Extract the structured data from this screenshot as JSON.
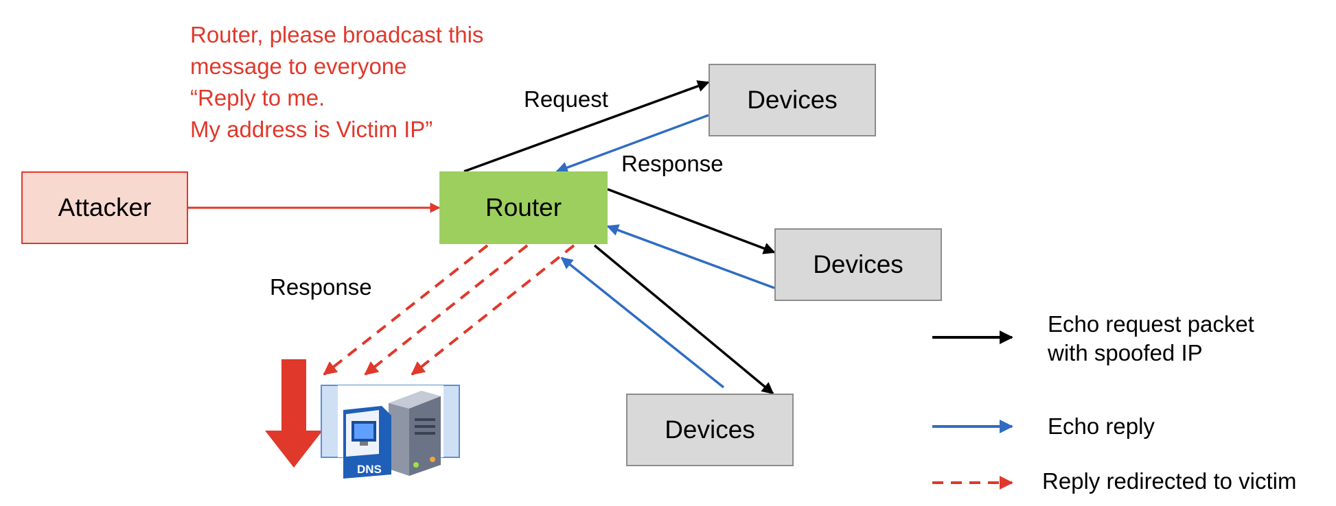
{
  "attacker_message": {
    "lines": [
      "Router, please broadcast this",
      "message to everyone",
      "“Reply to me.",
      "My address is Victim IP”"
    ]
  },
  "nodes": {
    "attacker": "Attacker",
    "router": "Router",
    "device_1": "Devices",
    "device_2": "Devices",
    "device_3": "Devices",
    "victim_icon_label": "DNS"
  },
  "edge_labels": {
    "request": "Request",
    "response_device": "Response",
    "response_victim": "Response"
  },
  "legend": {
    "echo_request_line1": "Echo request packet",
    "echo_request_line2": "with spoofed IP",
    "echo_reply": "Echo reply",
    "redirected": "Reply redirected to victim"
  },
  "colors": {
    "attack_red": "#e0382b",
    "router_green": "#9dcf5f",
    "device_gray": "#d9d9d9",
    "reply_blue": "#2f6cc4",
    "request_black": "#000000"
  },
  "icons": {
    "victim": "dns-server-icon",
    "down_arrow": "down-arrow-icon"
  }
}
